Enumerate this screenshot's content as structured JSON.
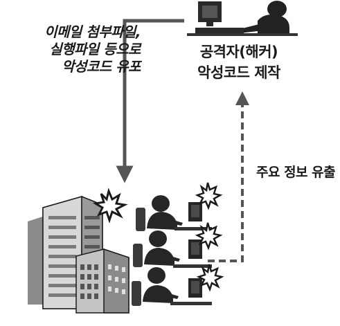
{
  "diagram": {
    "distribution_label": [
      "이메일 첨부파일,",
      "실행파일 등으로",
      "악성코드 유포"
    ],
    "attacker_label": [
      "공격자(해커)",
      "악성코드 제작"
    ],
    "exfiltration_label": "주요 정보 유출"
  },
  "icons": {
    "attacker": "hacker-at-computer-icon",
    "organization": "office-building-icon",
    "victims": "infected-worker-icon"
  },
  "colors": {
    "ink": "#1a1a1a",
    "arrow": "#555555",
    "building_light": "#cfcfcf",
    "building_dark": "#8a8a8a",
    "building_mid": "#b4b4b4"
  }
}
